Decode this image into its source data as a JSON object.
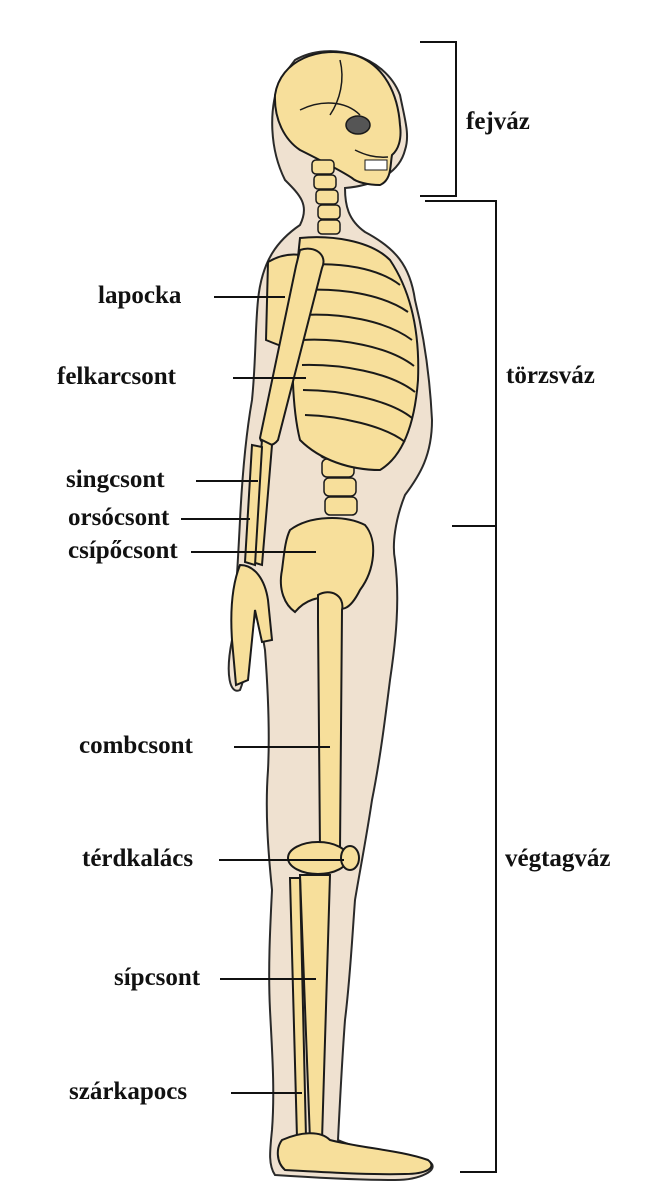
{
  "diagram": {
    "colors": {
      "background": "#ffffff",
      "body_outline": "#efe1d0",
      "bone": "#f7df9b",
      "stroke": "#1a1a1a"
    },
    "bone_labels": [
      {
        "id": "lapocka",
        "text": "lapocka"
      },
      {
        "id": "felkarcsont",
        "text": "felkarcsont"
      },
      {
        "id": "singcsont",
        "text": "singcsont"
      },
      {
        "id": "orsocsont",
        "text": "orsócsont"
      },
      {
        "id": "csipocsont",
        "text": "csípőcsont"
      },
      {
        "id": "combcsont",
        "text": "combcsont"
      },
      {
        "id": "terdkalacs",
        "text": "térdkalács"
      },
      {
        "id": "sipcsont",
        "text": "sípcsont"
      },
      {
        "id": "szarkapocs",
        "text": "szárkapocs"
      }
    ],
    "region_labels": [
      {
        "id": "fejvaz",
        "text": "fejváz"
      },
      {
        "id": "torzsvaz",
        "text": "törzsváz"
      },
      {
        "id": "vegtagvaz",
        "text": "végtagváz"
      }
    ]
  }
}
